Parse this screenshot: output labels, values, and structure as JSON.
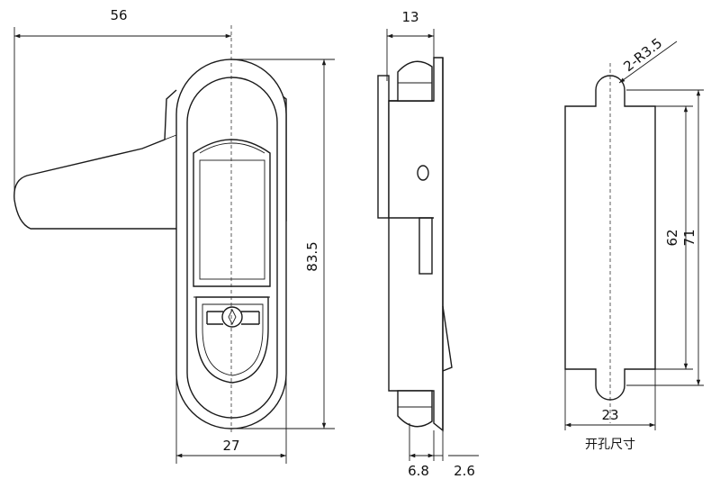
{
  "dimensions": {
    "handle_length": "56",
    "height": "83.5",
    "width": "27",
    "depth": "13",
    "base_thickness": "6.8",
    "flange": "2.6",
    "notch_radius": "2-R3.5",
    "cutout_width": "23",
    "cutout_inner_height": "62",
    "cutout_outer_height": "71"
  },
  "caption": {
    "cutout": "开孔尺寸"
  }
}
